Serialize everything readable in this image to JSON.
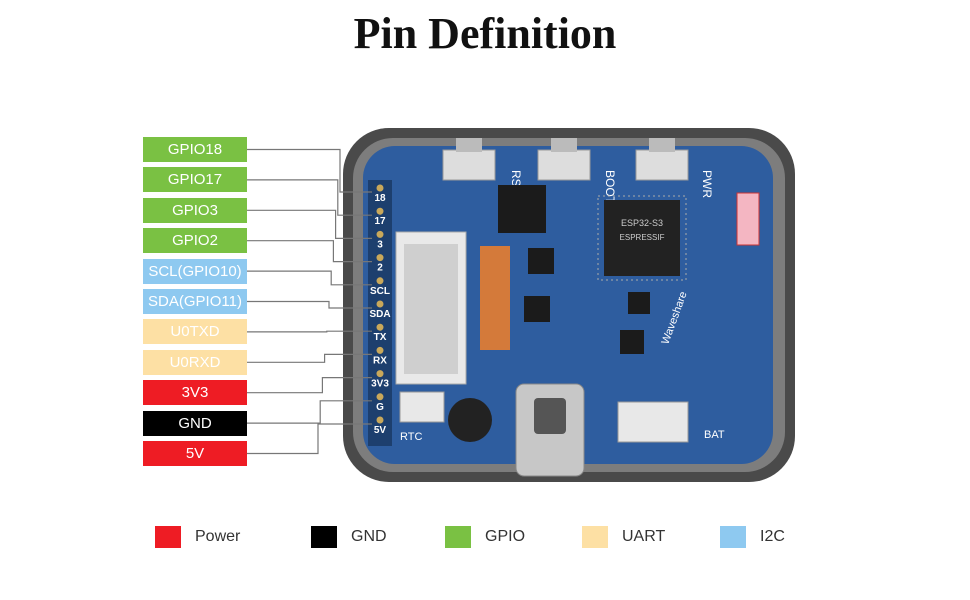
{
  "title": "Pin Definition",
  "colors": {
    "power": "#ee1c24",
    "gnd": "#000000",
    "gpio": "#7ac143",
    "uart": "#fde0a4",
    "i2c": "#8ec9f0",
    "board": "#2e5d9f"
  },
  "pins": [
    {
      "label": "GPIO18",
      "board_label": "18",
      "type": "gpio"
    },
    {
      "label": "GPIO17",
      "board_label": "17",
      "type": "gpio"
    },
    {
      "label": "GPIO3",
      "board_label": "3",
      "type": "gpio"
    },
    {
      "label": "GPIO2",
      "board_label": "2",
      "type": "gpio"
    },
    {
      "label": "SCL(GPIO10)",
      "board_label": "SCL",
      "type": "i2c"
    },
    {
      "label": "SDA(GPIO11)",
      "board_label": "SDA",
      "type": "i2c"
    },
    {
      "label": "U0TXD",
      "board_label": "TX",
      "type": "uart"
    },
    {
      "label": "U0RXD",
      "board_label": "RX",
      "type": "uart"
    },
    {
      "label": "3V3",
      "board_label": "3V3",
      "type": "power"
    },
    {
      "label": "GND",
      "board_label": "G",
      "type": "gnd"
    },
    {
      "label": "5V",
      "board_label": "5V",
      "type": "power"
    }
  ],
  "board": {
    "buttons": [
      "RST",
      "BOOT",
      "PWR"
    ],
    "chip_lines": [
      "ESP32-S3",
      "ESPRESSIF"
    ],
    "brand": "Waveshare",
    "side_marks": [
      "RTC",
      "BAT"
    ]
  },
  "legend": [
    {
      "label": "Power",
      "type": "power"
    },
    {
      "label": "GND",
      "type": "gnd"
    },
    {
      "label": "GPIO",
      "type": "gpio"
    },
    {
      "label": "UART",
      "type": "uart"
    },
    {
      "label": "I2C",
      "type": "i2c"
    }
  ]
}
